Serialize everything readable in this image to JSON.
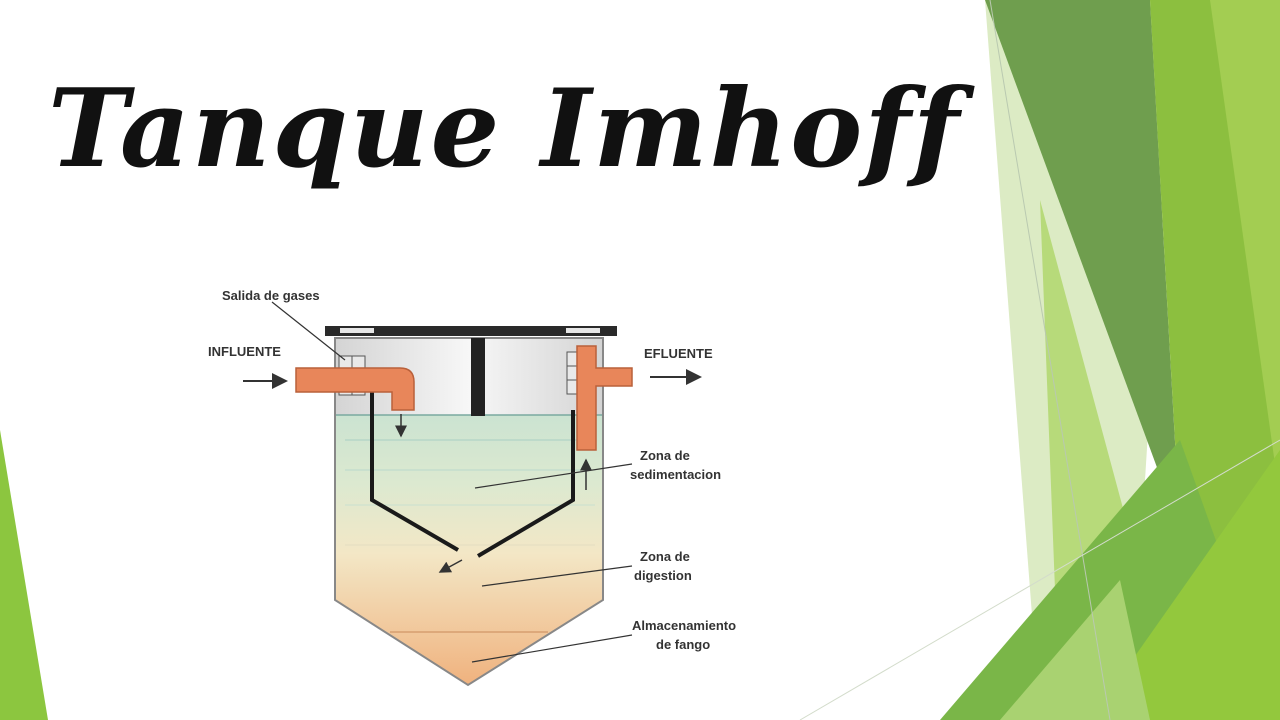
{
  "slide": {
    "title": "Tanque Imhoff"
  },
  "diagram": {
    "labels": {
      "gas_outlet": "Salida de gases",
      "influent": "INFLUENTE",
      "effluent": "EFLUENTE",
      "sedimentation_line1": "Zona de",
      "sedimentation_line2": "sedimentacion",
      "digestion_line1": "Zona de",
      "digestion_line2": "digestion",
      "sludge_line1": "Almacenamiento",
      "sludge_line2": "de fango"
    }
  },
  "colors": {
    "accent_green_dark": "#5d9a3b",
    "accent_green_mid": "#7cb342",
    "accent_green_light": "#c5e1a5",
    "pipe_orange": "#e8865a",
    "water_top": "#b8dcd2",
    "sludge": "#f0b27e"
  }
}
